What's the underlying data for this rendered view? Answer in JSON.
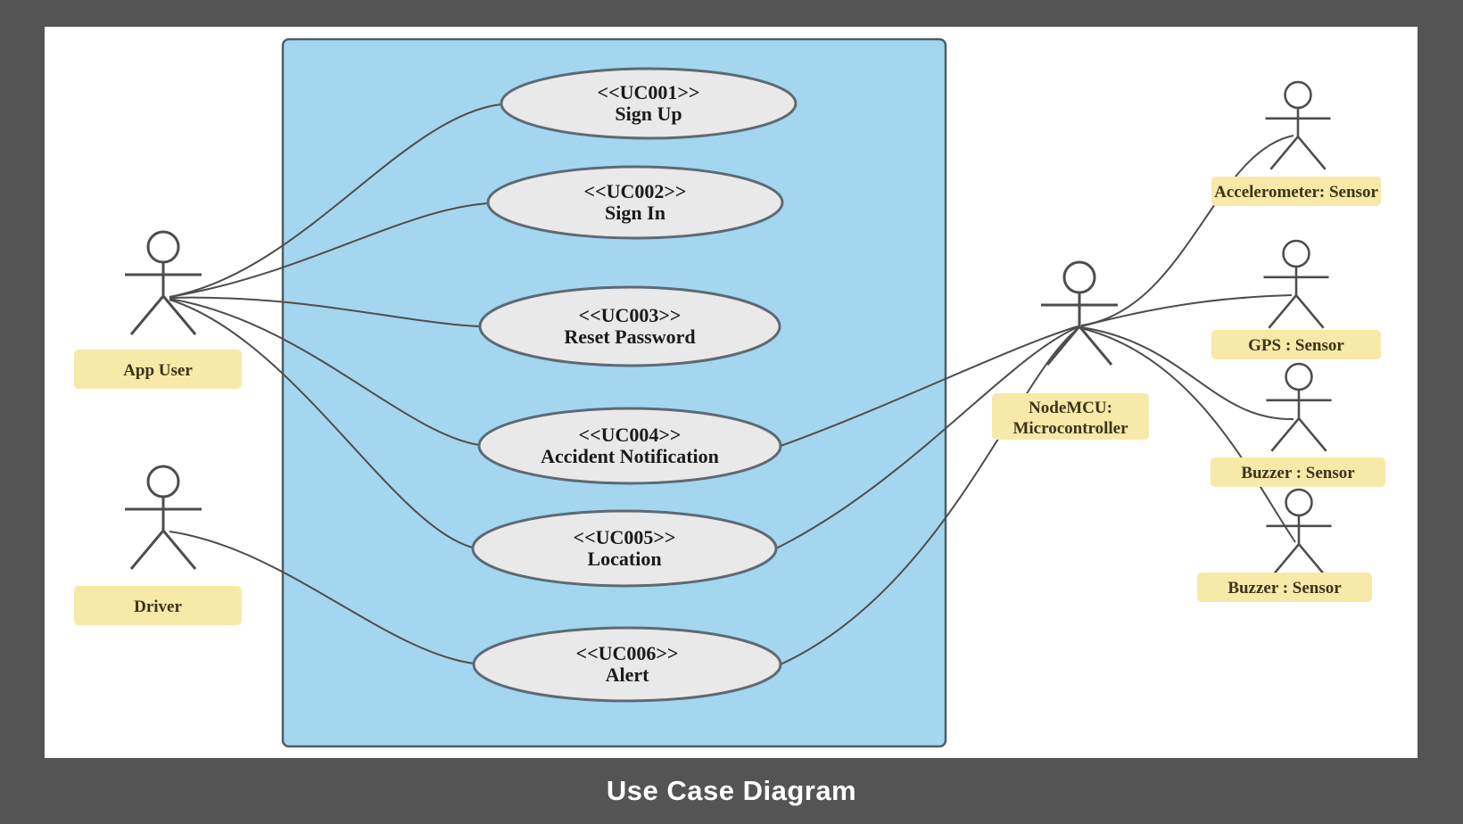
{
  "title": "Use Case Diagram",
  "diagram": {
    "system_boundary": {
      "description": "system boundary box"
    },
    "use_cases": [
      {
        "code": "<<UC001>>",
        "name": "Sign Up"
      },
      {
        "code": "<<UC002>>",
        "name": "Sign In"
      },
      {
        "code": "<<UC003>>",
        "name": "Reset Password"
      },
      {
        "code": "<<UC004>>",
        "name": "Accident Notification"
      },
      {
        "code": "<<UC005>>",
        "name": "Location"
      },
      {
        "code": "<<UC006>>",
        "name": "Alert"
      }
    ],
    "actors": {
      "app_user": {
        "label": "App User"
      },
      "driver": {
        "label": "Driver"
      },
      "nodemcu": {
        "label_line1": "NodeMCU:",
        "label_line2": "Microcontroller"
      },
      "accelerometer": {
        "label": "Accelerometer: Sensor"
      },
      "gps": {
        "label": "GPS : Sensor"
      },
      "buzzer1": {
        "label": "Buzzer : Sensor"
      },
      "buzzer2": {
        "label": "Buzzer : Sensor"
      }
    },
    "colors": {
      "frame": "#545454",
      "canvas": "#ffffff",
      "system_boundary_fill": "#a4d7ef",
      "system_boundary_border": "#4f5d66",
      "ellipse_fill": "#e9e9e9",
      "ellipse_border": "#5d6a74",
      "actor_label_fill": "#f7e9a8",
      "actor_label_text": "#3b3418",
      "connector": "#4d4d4d",
      "title_text": "#ffffff"
    }
  }
}
